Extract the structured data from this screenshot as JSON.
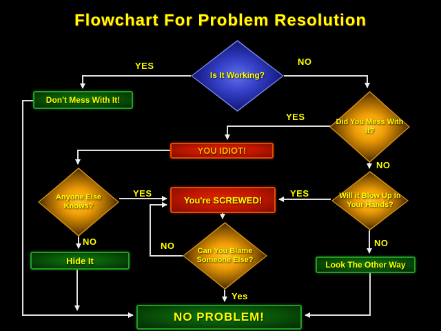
{
  "title": "Flowchart For Problem Resolution",
  "nodes": {
    "is_it_working": "Is It Working?",
    "dont_mess_with_it": "Don't Mess With It!",
    "did_you_mess_with_it": "Did You Mess With It?",
    "you_idiot": "YOU IDIOT!",
    "anyone_else_knows": "Anyone Else Knows?",
    "youre_screwed": "You're SCREWED!",
    "will_it_blow_up": "Will it Blow Up In Your Hands?",
    "hide_it": "Hide It",
    "can_you_blame": "Can You Blame Someone Else?",
    "look_the_other_way": "Look The Other Way",
    "no_problem": "NO PROBLEM!"
  },
  "edge_labels": {
    "working_yes": "YES",
    "working_no": "NO",
    "mess_yes": "YES",
    "mess_no": "NO",
    "anyone_yes": "YES",
    "anyone_no": "NO",
    "blow_yes": "YES",
    "blow_no": "NO",
    "blame_no": "NO",
    "blame_yes": "Yes"
  },
  "colors": {
    "background": "#000000",
    "title_text": "#ffff00",
    "edge_label_text": "#ffff00",
    "connector_line": "#e0e0e0",
    "diamond_blue_center": "#6070e8",
    "diamond_blue_edge": "#141a70",
    "diamond_orange_center": "#ffc62a",
    "diamond_orange_edge": "#452b00",
    "green_box_fill": "#0e7a0e",
    "green_box_border": "#23a023",
    "red_box_fill": "#c01600",
    "red_box_border": "#e84a00",
    "node_text": "#ffff00",
    "you_idiot_text": "#ffb000"
  }
}
